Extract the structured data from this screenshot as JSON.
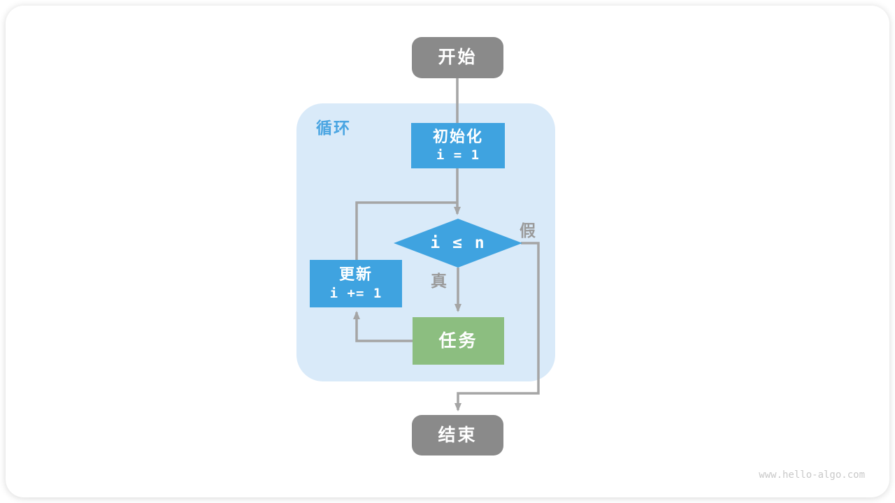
{
  "labels": {
    "loop_region": "循环",
    "true_label": "真",
    "false_label": "假"
  },
  "nodes": {
    "start": {
      "label": "开始"
    },
    "init": {
      "label": "初始化",
      "code": "i = 1"
    },
    "condition": {
      "code": "i ≤ n"
    },
    "update": {
      "label": "更新",
      "code": "i += 1"
    },
    "task": {
      "label": "任务"
    },
    "end": {
      "label": "结束"
    }
  },
  "watermark": "www.hello-algo.com",
  "colors": {
    "blue": "#3fa3e0",
    "green": "#8cbe80",
    "gray_node": "#8a8a8a",
    "container_bg": "#d9eaf9",
    "line": "#a5a5a5",
    "label_blue": "#4aa5e2",
    "edge_label": "#9a9a9a",
    "watermark_color": "#c9c9c9"
  }
}
